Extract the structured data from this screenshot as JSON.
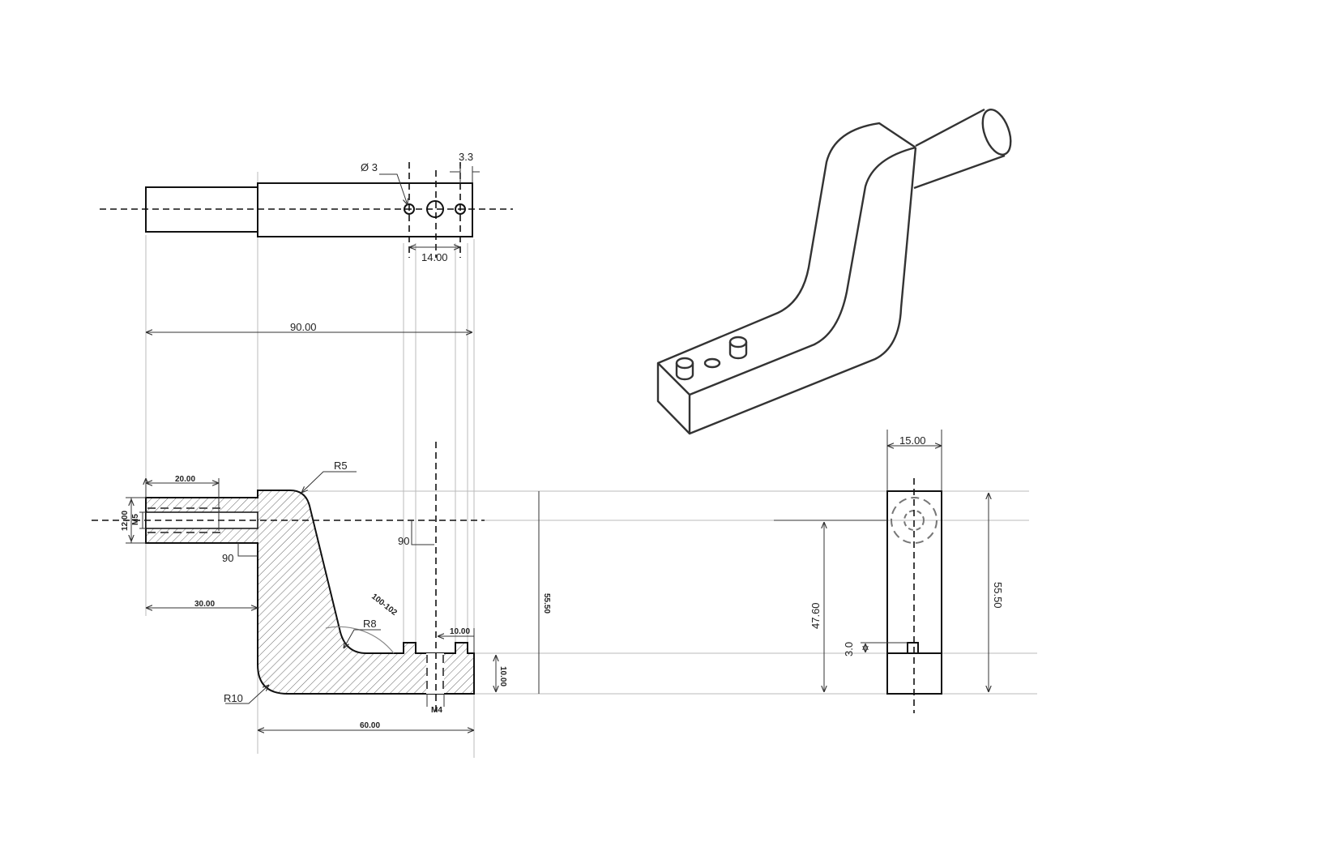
{
  "top_view": {
    "hole_dia": "Ø 3",
    "hole_spacing": "14.00",
    "edge_offset": "3.3",
    "overall_length": "90.00"
  },
  "front_view": {
    "shaft_length": "20.00",
    "shaft_dia": "12.00",
    "thread_shaft": "M5",
    "angle_left": "90",
    "offset": "30.00",
    "radius_top": "R5",
    "angle_center": "90",
    "bend_angle": "100-102",
    "radius_inner": "R8",
    "hole_offset": "10.00",
    "base_thickness": "10.00",
    "height": "55.50",
    "radius_outer": "R10",
    "thread_base": "M4",
    "base_length": "60.00"
  },
  "side_view": {
    "width": "15.00",
    "height": "55.50",
    "axis_height": "47.60",
    "boss_height": "3.0"
  }
}
